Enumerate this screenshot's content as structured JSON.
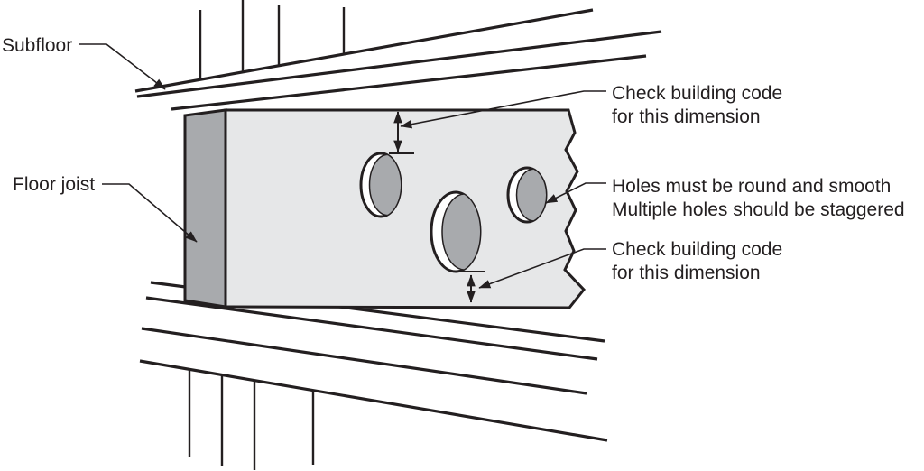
{
  "labels": {
    "subfloor": "Subfloor",
    "floor_joist": "Floor joist",
    "top_dimension_note": {
      "line1": "Check building code",
      "line2": "for this dimension"
    },
    "holes_note": {
      "line1": "Holes must be round and smooth",
      "line2": "Multiple holes should be staggered"
    },
    "bottom_dimension_note": {
      "line1": "Check building code",
      "line2": "for this dimension"
    }
  },
  "colors": {
    "ink": "#231f20",
    "joist_face": "#e6e7e8",
    "joist_end_grain": "#a8aaad",
    "hole_interior": "#a8aaad",
    "hole_highlight": "#ffffff",
    "background": "#ffffff"
  }
}
